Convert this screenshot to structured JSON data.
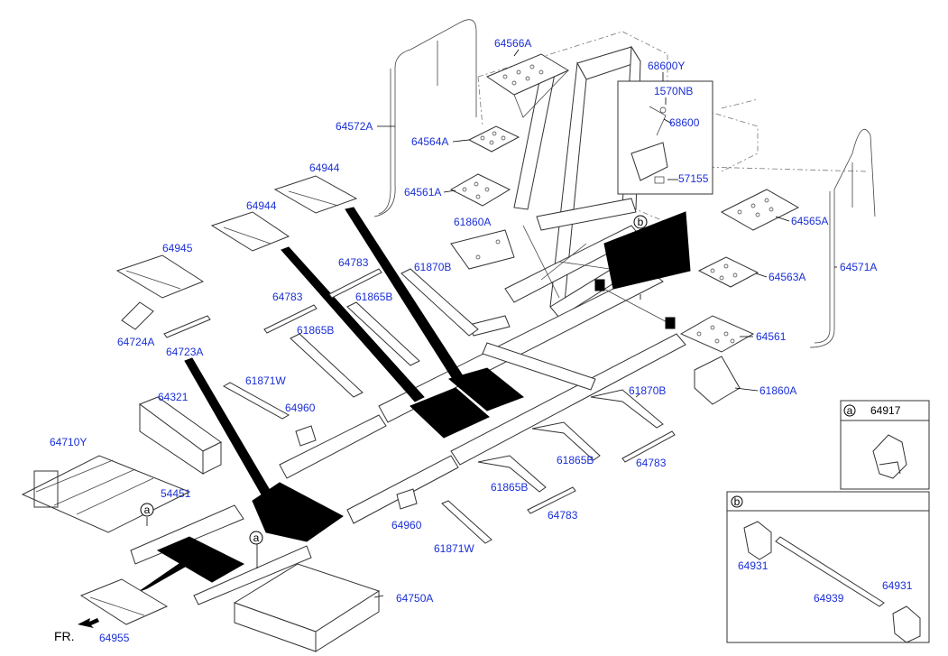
{
  "diagram": {
    "fr_label": "FR.",
    "parts": {
      "p64566A": "64566A",
      "p68600Y": "68600Y",
      "p1570NB": "1570NB",
      "p68600": "68600",
      "p57155": "57155",
      "p64572A": "64572A",
      "p64564A": "64564A",
      "p64944a": "64944",
      "p64944b": "64944",
      "p64561A": "64561A",
      "p64565A": "64565A",
      "p61860A_top": "61860A",
      "p64945": "64945",
      "p64783a": "64783",
      "p64571A": "64571A",
      "p61870B_top": "61870B",
      "p64563A": "64563A",
      "p64783b": "64783",
      "p61865B_top": "61865B",
      "p64724A": "64724A",
      "p61865B_mid": "61865B",
      "p64723A": "64723A",
      "p64561": "64561",
      "p61871W_top": "61871W",
      "p61860A_right": "61860A",
      "p61870B_right": "61870B",
      "p64321": "64321",
      "p64960_top": "64960",
      "p64710Y": "64710Y",
      "p61865B_right": "61865B",
      "p64783c": "64783",
      "p54451": "54451",
      "p61865B_low": "61865B",
      "p64960_low": "64960",
      "p64783d": "64783",
      "p61871W_low": "61871W",
      "p64750A": "64750A",
      "p64955": "64955"
    },
    "callouts": {
      "a": "a",
      "b": "b"
    },
    "detail_a": {
      "marker": "a",
      "part": "64917"
    },
    "detail_b": {
      "marker": "b",
      "left": "64931",
      "right": "64931",
      "center": "64939"
    }
  }
}
